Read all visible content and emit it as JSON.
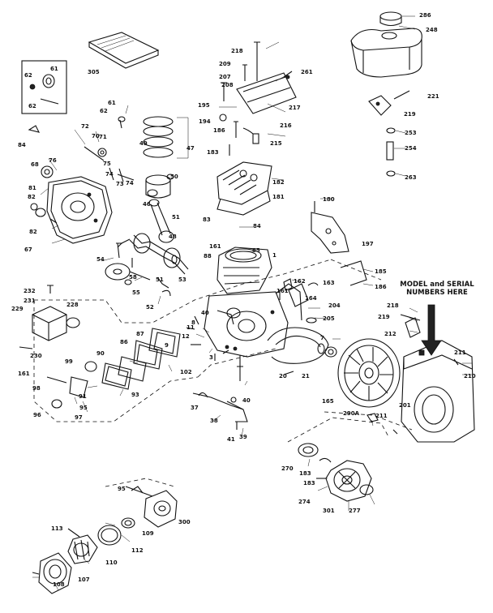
{
  "diagram": {
    "model_note": [
      "MODEL and SERIAL",
      "NUMBERS HERE"
    ],
    "parts": [
      {
        "id": "p286",
        "label": "286"
      },
      {
        "id": "p248",
        "label": "248"
      },
      {
        "id": "p218a",
        "label": "218"
      },
      {
        "id": "p305",
        "label": "305"
      },
      {
        "id": "p209",
        "label": "209"
      },
      {
        "id": "p207",
        "label": "207"
      },
      {
        "id": "p208",
        "label": "208"
      },
      {
        "id": "p261",
        "label": "261"
      },
      {
        "id": "p62a",
        "label": "62"
      },
      {
        "id": "p61a",
        "label": "61"
      },
      {
        "id": "p62b",
        "label": "62"
      },
      {
        "id": "p221",
        "label": "221"
      },
      {
        "id": "p217",
        "label": "217"
      },
      {
        "id": "p216",
        "label": "216"
      },
      {
        "id": "p219",
        "label": "219"
      },
      {
        "id": "p195",
        "label": "195"
      },
      {
        "id": "p61b",
        "label": "61"
      },
      {
        "id": "p62c",
        "label": "62"
      },
      {
        "id": "p194",
        "label": "194"
      },
      {
        "id": "p186",
        "label": "186"
      },
      {
        "id": "p72",
        "label": "72"
      },
      {
        "id": "p49",
        "label": "49"
      },
      {
        "id": "p47",
        "label": "47"
      },
      {
        "id": "p84",
        "label": "84"
      },
      {
        "id": "p70",
        "label": "70"
      },
      {
        "id": "p71",
        "label": "71"
      },
      {
        "id": "p215",
        "label": "215"
      },
      {
        "id": "p253",
        "label": "253"
      },
      {
        "id": "p254",
        "label": "254"
      },
      {
        "id": "p183",
        "label": "183"
      },
      {
        "id": "p76",
        "label": "76"
      },
      {
        "id": "p68",
        "label": "68"
      },
      {
        "id": "p75",
        "label": "75"
      },
      {
        "id": "p74a",
        "label": "74"
      },
      {
        "id": "p73",
        "label": "73"
      },
      {
        "id": "p74b",
        "label": "74"
      },
      {
        "id": "p263",
        "label": "263"
      },
      {
        "id": "p182",
        "label": "182"
      },
      {
        "id": "p50",
        "label": "50"
      },
      {
        "id": "p46",
        "label": "46"
      },
      {
        "id": "p81a",
        "label": "81"
      },
      {
        "id": "p82a",
        "label": "82"
      },
      {
        "id": "p181",
        "label": "181"
      },
      {
        "id": "p180",
        "label": "180"
      },
      {
        "id": "p83",
        "label": "83"
      },
      {
        "id": "p84b",
        "label": "84"
      },
      {
        "id": "p51a",
        "label": "51"
      },
      {
        "id": "p197",
        "label": "197"
      },
      {
        "id": "p48",
        "label": "48"
      },
      {
        "id": "p82b",
        "label": "82"
      },
      {
        "id": "p67",
        "label": "67"
      },
      {
        "id": "p161a",
        "label": "161"
      },
      {
        "id": "p85",
        "label": "85"
      },
      {
        "id": "p54",
        "label": "54"
      },
      {
        "id": "p88",
        "label": "88"
      },
      {
        "id": "p1",
        "label": "1"
      },
      {
        "id": "p185",
        "label": "185"
      },
      {
        "id": "p186b",
        "label": "186"
      },
      {
        "id": "p58",
        "label": "58"
      },
      {
        "id": "p51b",
        "label": "51"
      },
      {
        "id": "p53",
        "label": "53"
      },
      {
        "id": "p55",
        "label": "55"
      },
      {
        "id": "p52",
        "label": "52"
      },
      {
        "id": "p162",
        "label": "162"
      },
      {
        "id": "p163",
        "label": "163"
      },
      {
        "id": "p161b",
        "label": "161"
      },
      {
        "id": "p164",
        "label": "164"
      },
      {
        "id": "p232",
        "label": "232"
      },
      {
        "id": "p231",
        "label": "231"
      },
      {
        "id": "p229",
        "label": "229"
      },
      {
        "id": "p228",
        "label": "228"
      },
      {
        "id": "p204",
        "label": "204"
      },
      {
        "id": "p218b",
        "label": "218"
      },
      {
        "id": "p219b",
        "label": "219"
      },
      {
        "id": "p205",
        "label": "205"
      },
      {
        "id": "p40a",
        "label": "40"
      },
      {
        "id": "p212",
        "label": "212"
      },
      {
        "id": "p8",
        "label": "8"
      },
      {
        "id": "p87",
        "label": "87"
      },
      {
        "id": "p86",
        "label": "86"
      },
      {
        "id": "p12",
        "label": "12"
      },
      {
        "id": "p11",
        "label": "11"
      },
      {
        "id": "p20",
        "label": "20"
      },
      {
        "id": "p7",
        "label": "7"
      },
      {
        "id": "p9",
        "label": "9"
      },
      {
        "id": "p230",
        "label": "230"
      },
      {
        "id": "p90",
        "label": "90"
      },
      {
        "id": "p99",
        "label": "99"
      },
      {
        "id": "p3",
        "label": "3"
      },
      {
        "id": "p102",
        "label": "102"
      },
      {
        "id": "p161c",
        "label": "161"
      },
      {
        "id": "p21",
        "label": "21"
      },
      {
        "id": "p211a",
        "label": "211"
      },
      {
        "id": "p210",
        "label": "210"
      },
      {
        "id": "p98",
        "label": "98"
      },
      {
        "id": "p91",
        "label": "91"
      },
      {
        "id": "p93",
        "label": "93"
      },
      {
        "id": "p37",
        "label": "37"
      },
      {
        "id": "p40b",
        "label": "40"
      },
      {
        "id": "p165",
        "label": "165"
      },
      {
        "id": "p201",
        "label": "201"
      },
      {
        "id": "p95",
        "label": "95"
      },
      {
        "id": "p97",
        "label": "97"
      },
      {
        "id": "p96",
        "label": "96"
      },
      {
        "id": "p38",
        "label": "38"
      },
      {
        "id": "p39",
        "label": "39"
      },
      {
        "id": "p41",
        "label": "41"
      },
      {
        "id": "p290a",
        "label": "290A"
      },
      {
        "id": "p211b",
        "label": "211"
      },
      {
        "id": "p270",
        "label": "270"
      },
      {
        "id": "p183b",
        "label": "183"
      },
      {
        "id": "p183c",
        "label": "183"
      },
      {
        "id": "p274",
        "label": "274"
      },
      {
        "id": "p301",
        "label": "301"
      },
      {
        "id": "p277",
        "label": "277"
      },
      {
        "id": "p95b",
        "label": "95"
      },
      {
        "id": "p300",
        "label": "300"
      },
      {
        "id": "p113",
        "label": "113"
      },
      {
        "id": "p109",
        "label": "109"
      },
      {
        "id": "p112",
        "label": "112"
      },
      {
        "id": "p110",
        "label": "110"
      },
      {
        "id": "p108",
        "label": "108"
      },
      {
        "id": "p107",
        "label": "107"
      }
    ]
  }
}
